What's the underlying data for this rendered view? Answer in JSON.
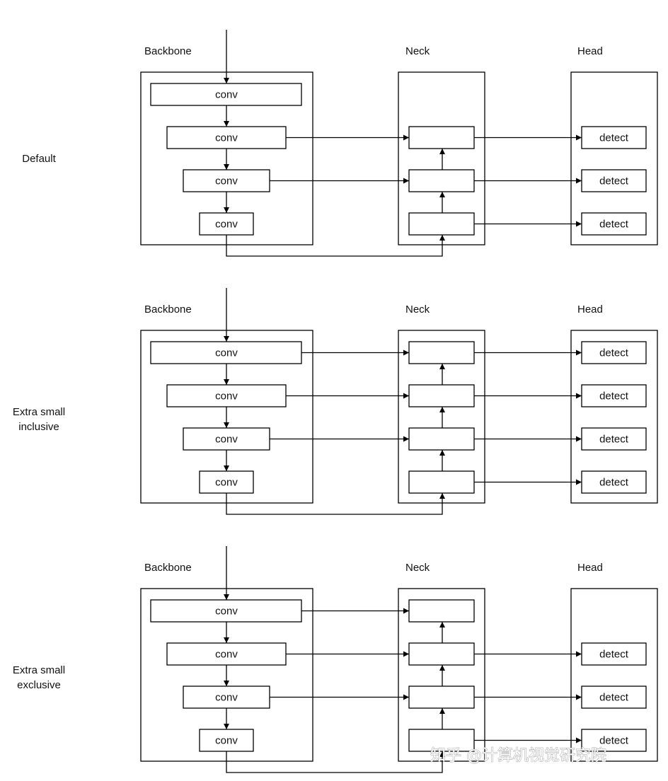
{
  "variants": [
    {
      "label_lines": [
        "Default"
      ],
      "section_labels": {
        "backbone": "Backbone",
        "neck": "Neck",
        "head": "Head"
      },
      "conv_labels": [
        "conv",
        "conv",
        "conv",
        "conv"
      ],
      "detect_labels": [
        "detect",
        "detect",
        "detect"
      ]
    },
    {
      "label_lines": [
        "Extra small",
        "inclusive"
      ],
      "section_labels": {
        "backbone": "Backbone",
        "neck": "Neck",
        "head": "Head"
      },
      "conv_labels": [
        "conv",
        "conv",
        "conv",
        "conv"
      ],
      "detect_labels": [
        "detect",
        "detect",
        "detect",
        "detect"
      ]
    },
    {
      "label_lines": [
        "Extra small",
        "exclusive"
      ],
      "section_labels": {
        "backbone": "Backbone",
        "neck": "Neck",
        "head": "Head"
      },
      "conv_labels": [
        "conv",
        "conv",
        "conv",
        "conv"
      ],
      "detect_labels": [
        "detect",
        "detect",
        "detect"
      ]
    }
  ],
  "watermark": "知乎 @计算机视觉研究院"
}
